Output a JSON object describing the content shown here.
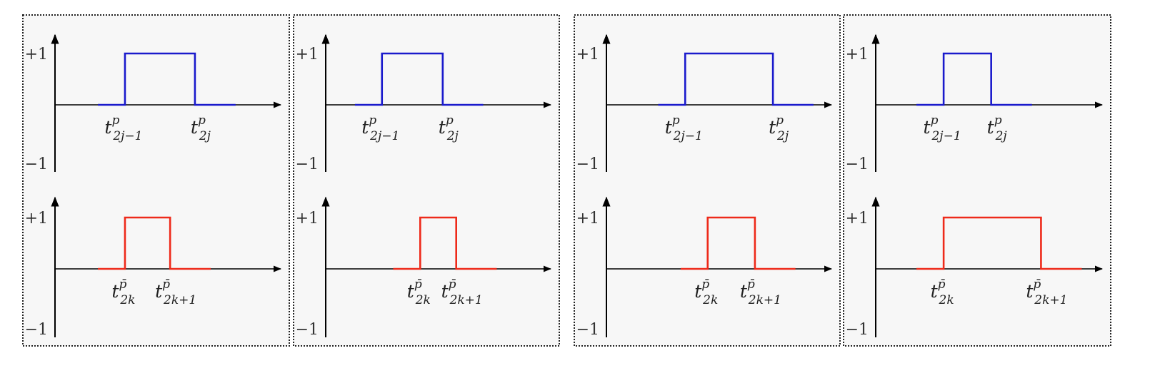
{
  "axis_labels": {
    "plus_one": "+1",
    "minus_one": "−1"
  },
  "colors": {
    "top_signal": "#1a1acc",
    "bottom_signal": "#ee2a1a",
    "axis": "#000000",
    "panel_border": "#222222",
    "panel_bg": "#f7f7f7"
  },
  "labels": {
    "top_rise": {
      "base": "t",
      "sup": "p",
      "sub": "2j−1"
    },
    "top_fall": {
      "base": "t",
      "sup": "p",
      "sub": "2j"
    },
    "bot_rise": {
      "base": "t",
      "sup": "p̄",
      "sub": "2k"
    },
    "bot_fall": {
      "base": "t",
      "sup": "p̄",
      "sub": "2k+1"
    }
  },
  "panels": [
    {
      "name": "panel-1",
      "top_pulse": {
        "rise": 0.31,
        "fall": 0.62
      },
      "bottom_pulse": {
        "rise": 0.31,
        "fall": 0.51
      }
    },
    {
      "name": "panel-2",
      "top_pulse": {
        "rise": 0.25,
        "fall": 0.52
      },
      "bottom_pulse": {
        "rise": 0.42,
        "fall": 0.58
      }
    },
    {
      "name": "panel-3",
      "top_pulse": {
        "rise": 0.35,
        "fall": 0.74
      },
      "bottom_pulse": {
        "rise": 0.45,
        "fall": 0.66
      }
    },
    {
      "name": "panel-4",
      "top_pulse": {
        "rise": 0.3,
        "fall": 0.51
      },
      "bottom_pulse": {
        "rise": 0.3,
        "fall": 0.73
      }
    }
  ]
}
